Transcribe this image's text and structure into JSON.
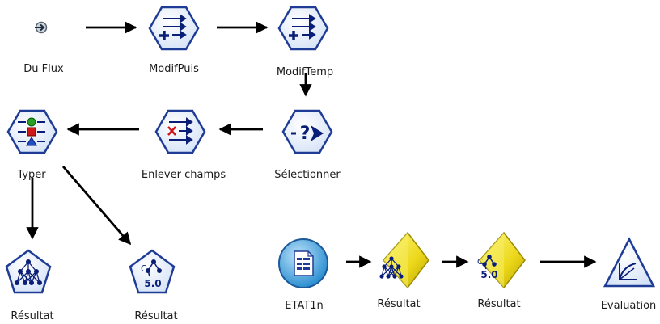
{
  "nodes": {
    "du_flux": {
      "label": "Du Flux",
      "icon": "source-icon"
    },
    "modifpuis": {
      "label": "ModifPuis",
      "icon": "derive-icon"
    },
    "modiftemp": {
      "label": "ModifTemp",
      "icon": "derive-icon"
    },
    "selectionner": {
      "label": "Sélectionner",
      "icon": "select-icon"
    },
    "enlever_champs": {
      "label": "Enlever champs",
      "icon": "filter-icon"
    },
    "typer": {
      "label": "Typer",
      "icon": "type-icon"
    },
    "resultat_nn": {
      "label": "Résultat",
      "icon": "neural-net-model-icon"
    },
    "resultat_c50": {
      "label": "Résultat",
      "icon": "c50-model-icon"
    },
    "etat1n": {
      "label": "ETAT1n",
      "icon": "data-source-icon"
    },
    "resultat_nn_nugget": {
      "label": "Résultat",
      "icon": "neural-net-nugget-icon"
    },
    "resultat_c50_nugget": {
      "label": "Résultat",
      "icon": "c50-nugget-icon"
    },
    "evaluation": {
      "label": "Evaluation",
      "icon": "evaluation-icon"
    }
  },
  "colors": {
    "node_fill": "#e6eefb",
    "node_stroke": "#1e3c96",
    "glyph": "#0a1e78",
    "arrow": "#000000",
    "nugget_yellow": "#f0e12a",
    "source_blue": "#4aa8e0"
  }
}
